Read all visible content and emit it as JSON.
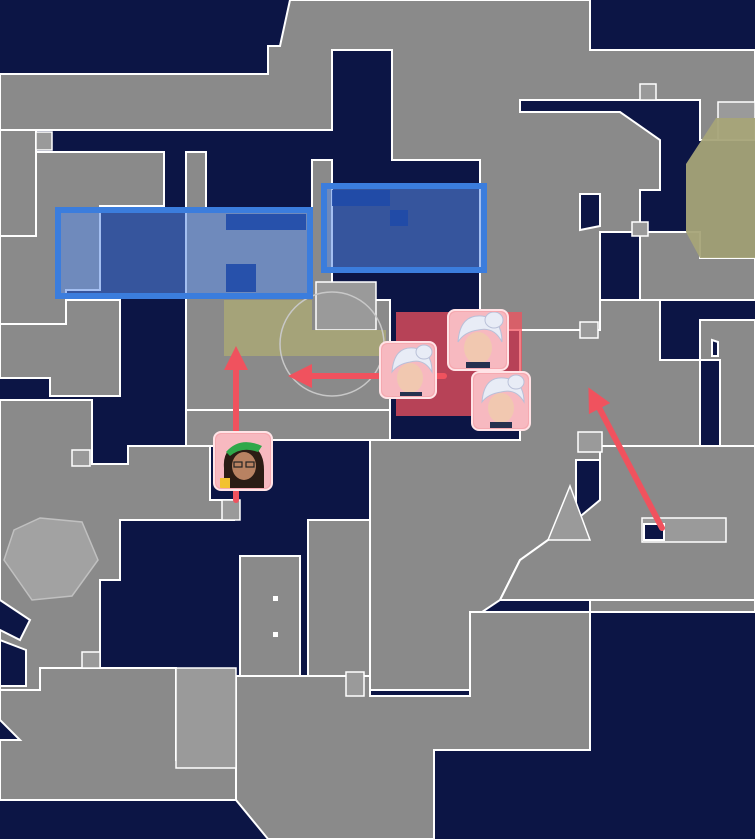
{
  "map": {
    "background_color": "#0c1545",
    "floor_color": "#8a8a8a",
    "wall_color": "#ffffff",
    "site_color": "#a7a478",
    "highlight_blue": "#3b7ddd",
    "highlight_red": "#f0525e"
  },
  "zones": [
    {
      "kind": "ally-zone",
      "color": "#3b7ddd"
    },
    {
      "kind": "ally-zone",
      "color": "#3b7ddd"
    },
    {
      "kind": "enemy-zone",
      "color": "#f0525e"
    }
  ],
  "agents": [
    {
      "role": "enemy",
      "portrait": "white-haired-agent-icon",
      "hair_color": "#e8ecf6",
      "skin_color": "#f1c8b0"
    },
    {
      "role": "enemy",
      "portrait": "white-haired-agent-icon",
      "hair_color": "#e8ecf6",
      "skin_color": "#f1c8b0"
    },
    {
      "role": "enemy",
      "portrait": "white-haired-agent-icon",
      "hair_color": "#e8ecf6",
      "skin_color": "#f1c8b0"
    },
    {
      "role": "ally",
      "portrait": "green-cap-agent-icon",
      "hair_color": "#2b1c14",
      "skin_color": "#b88262",
      "accent_color": "#2fa84a"
    }
  ],
  "arrows": [
    {
      "icon": "arrow-up-icon",
      "color": "#f0525e"
    },
    {
      "icon": "arrow-left-icon",
      "color": "#f0525e"
    },
    {
      "icon": "arrow-up-left-icon",
      "color": "#f0525e"
    }
  ]
}
